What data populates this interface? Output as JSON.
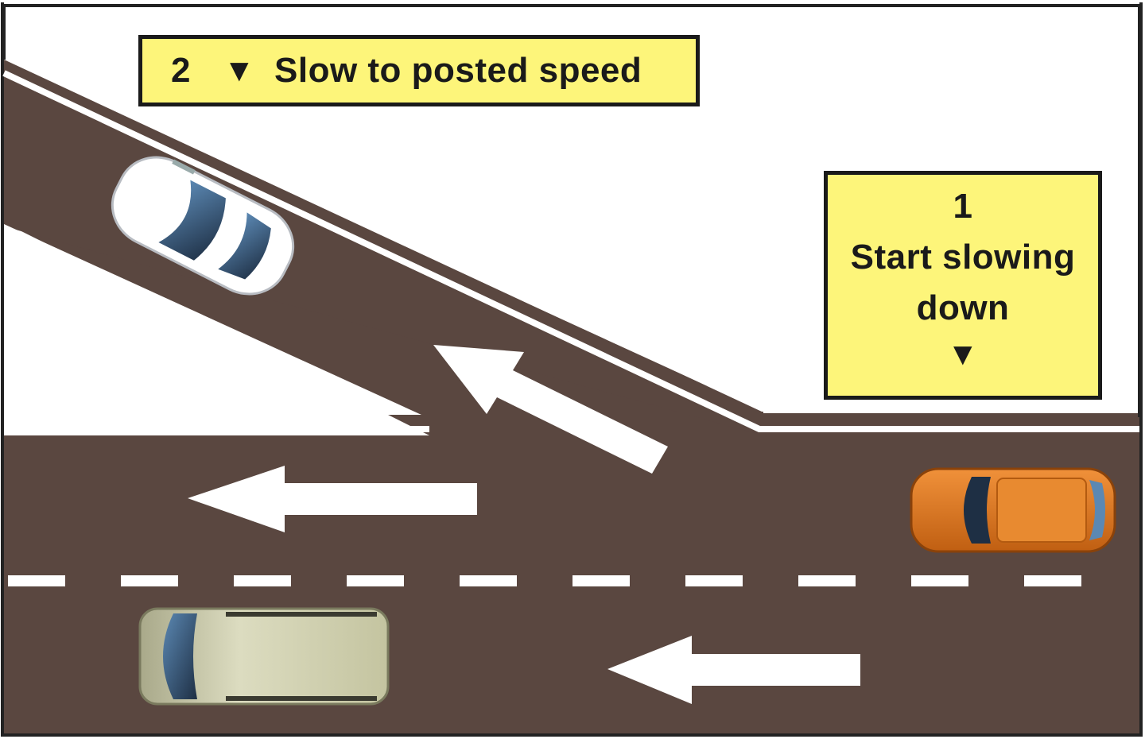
{
  "labels": {
    "step2": {
      "number": "2",
      "marker": "▼",
      "text": "Slow to posted speed"
    },
    "step1": {
      "number": "1",
      "line1": "Start slowing",
      "line2": "down",
      "marker": "▼"
    }
  },
  "colors": {
    "road": "#5a4740",
    "marking": "#ffffff",
    "label_fill": "#fdf57a",
    "label_border": "#1a1a1a",
    "white_car": "#ffffff",
    "orange_car": "#e07a1f",
    "van": "#c9c9a3",
    "windshield": "#2c3e50"
  },
  "vehicles": [
    {
      "name": "white-car",
      "direction": "exiting"
    },
    {
      "name": "orange-car",
      "direction": "left"
    },
    {
      "name": "van",
      "direction": "left"
    }
  ]
}
